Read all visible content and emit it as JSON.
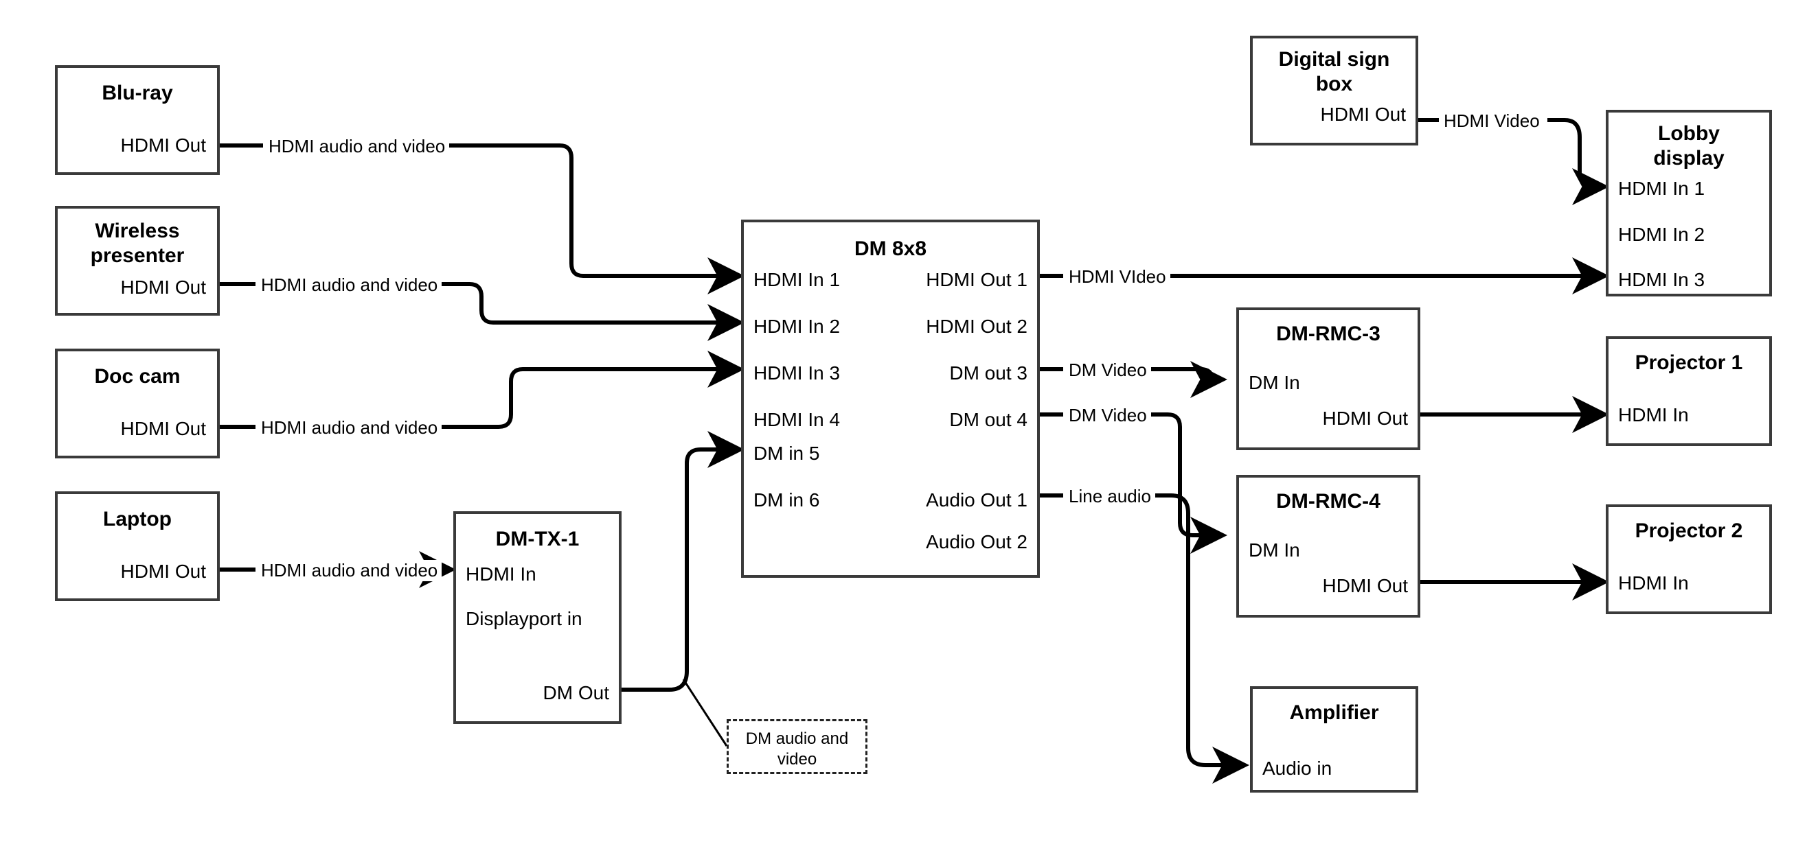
{
  "diagram": {
    "title": "AV signal flow diagram",
    "colors": {
      "box_border": "#3a3a3a",
      "wire": "#000000",
      "background": "#ffffff"
    },
    "nodes": [
      {
        "id": "bluray",
        "title": "Blu-ray",
        "ports_right": [
          "HDMI Out"
        ],
        "ports_left": []
      },
      {
        "id": "wireless",
        "title": "Wireless\npresenter",
        "title_line1": "Wireless",
        "title_line2": "presenter",
        "ports_right": [
          "HDMI Out"
        ],
        "ports_left": []
      },
      {
        "id": "doccam",
        "title": "Doc cam",
        "ports_right": [
          "HDMI Out"
        ],
        "ports_left": []
      },
      {
        "id": "laptop",
        "title": "Laptop",
        "ports_right": [
          "HDMI Out"
        ],
        "ports_left": []
      },
      {
        "id": "dmtx1",
        "title": "DM-TX-1",
        "ports_left": [
          "HDMI In",
          "Displayport in"
        ],
        "ports_right": [
          "DM Out"
        ]
      },
      {
        "id": "dm8x8",
        "title": "DM 8x8",
        "ports_left": [
          "HDMI In 1",
          "HDMI In 2",
          "HDMI In 3",
          "HDMI In 4",
          "DM in 5",
          "DM in 6"
        ],
        "ports_right": [
          "HDMI Out 1",
          "HDMI Out 2",
          "DM out 3",
          "DM out 4",
          "Audio Out 1",
          "Audio Out 2"
        ]
      },
      {
        "id": "signbox",
        "title_line1": "Digital sign",
        "title_line2": "box",
        "ports_right": [
          "HDMI Out"
        ],
        "ports_left": []
      },
      {
        "id": "lobby",
        "title_line1": "Lobby",
        "title_line2": "display",
        "ports_left": [
          "HDMI In 1",
          "HDMI In 2",
          "HDMI In 3"
        ],
        "ports_right": []
      },
      {
        "id": "rmc3",
        "title": "DM-RMC-3",
        "ports_left": [
          "DM In"
        ],
        "ports_right": [
          "HDMI Out"
        ]
      },
      {
        "id": "rmc4",
        "title": "DM-RMC-4",
        "ports_left": [
          "DM In"
        ],
        "ports_right": [
          "HDMI Out"
        ]
      },
      {
        "id": "proj1",
        "title": "Projector 1",
        "ports_left": [
          "HDMI In"
        ],
        "ports_right": []
      },
      {
        "id": "proj2",
        "title": "Projector 2",
        "ports_left": [
          "HDMI In"
        ],
        "ports_right": []
      },
      {
        "id": "amp",
        "title": "Amplifier",
        "ports_left": [
          "Audio in"
        ],
        "ports_right": []
      },
      {
        "id": "callout",
        "title_line1": "DM audio and",
        "title_line2": "video"
      }
    ],
    "edge_labels": {
      "bluray_to_dm": "HDMI audio and video",
      "wireless_to_dm": "HDMI audio and video",
      "doccam_to_dm": "HDMI audio and video",
      "laptop_to_tx": "HDMI audio and video",
      "signbox_to_lobby": "HDMI Video",
      "dm_hdmiout1_to_lobby": "HDMI VIdeo",
      "dm_dmout3_to_rmc3": "DM Video",
      "dm_dmout4_to_rmc4": "DM Video",
      "dm_audioout1_to_amp": "Line audio"
    },
    "callout_text_line1": "DM audio and",
    "callout_text_line2": "video"
  }
}
